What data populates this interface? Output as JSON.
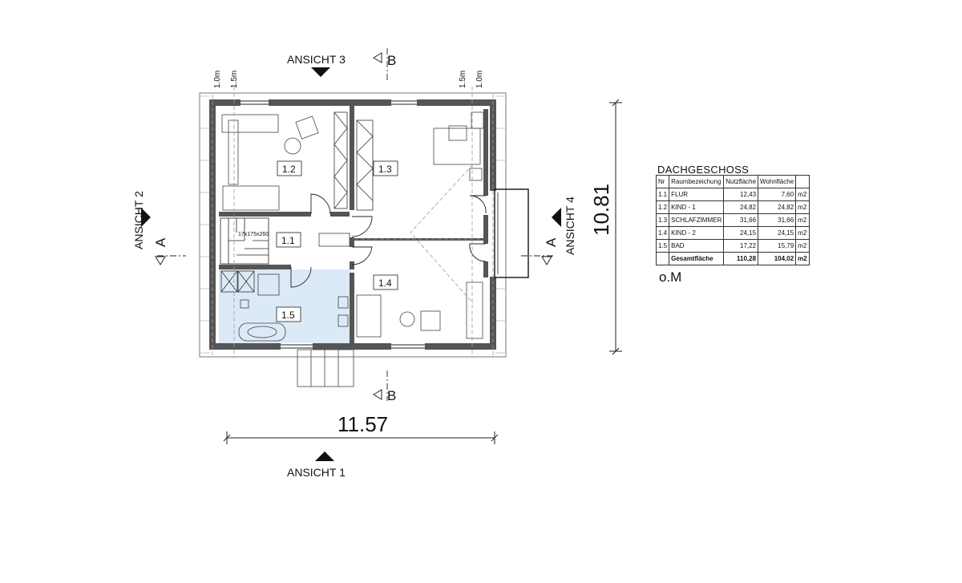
{
  "views": {
    "ansicht_1": "ANSICHT 1",
    "ansicht_2": "ANSICHT 2",
    "ansicht_3": "ANSICHT 3",
    "ansicht_4": "ANSICHT 4"
  },
  "sections": {
    "a": "A",
    "b": "B"
  },
  "dimensions": {
    "width": "11.57",
    "depth": "10.81",
    "offset_1": "1.0m",
    "offset_2": "1.5m"
  },
  "rooms": [
    {
      "id": "1.1"
    },
    {
      "id": "1.2"
    },
    {
      "id": "1.3"
    },
    {
      "id": "1.4"
    },
    {
      "id": "1.5"
    }
  ],
  "stair_label": "17x175x260",
  "table": {
    "title": "DACHGESCHOSS",
    "headers": [
      "Nr",
      "Raumbezeichung",
      "Nutzfläche",
      "Wohnfläche",
      ""
    ],
    "rows": [
      {
        "nr": "1.1",
        "name": "FLUR",
        "nutz": "12,43",
        "wohn": "7,60",
        "unit": "m2"
      },
      {
        "nr": "1.2",
        "name": "KIND - 1",
        "nutz": "24,82",
        "wohn": "24,82",
        "unit": "m2"
      },
      {
        "nr": "1.3",
        "name": "SCHLAFZIMMER",
        "nutz": "31,66",
        "wohn": "31,66",
        "unit": "m2"
      },
      {
        "nr": "1.4",
        "name": "KIND - 2",
        "nutz": "24,15",
        "wohn": "24,15",
        "unit": "m2"
      },
      {
        "nr": "1.5",
        "name": "BAD",
        "nutz": "17,22",
        "wohn": "15,79",
        "unit": "m2"
      }
    ],
    "total": {
      "label": "Gesamtfläche",
      "nutz": "110,28",
      "wohn": "104,02",
      "unit": "m2"
    }
  },
  "note": "o.M",
  "colors": {
    "wall": "#555555",
    "bath_fill": "#dce9f7",
    "line": "#222222",
    "dashed": "#9a9a9a"
  }
}
